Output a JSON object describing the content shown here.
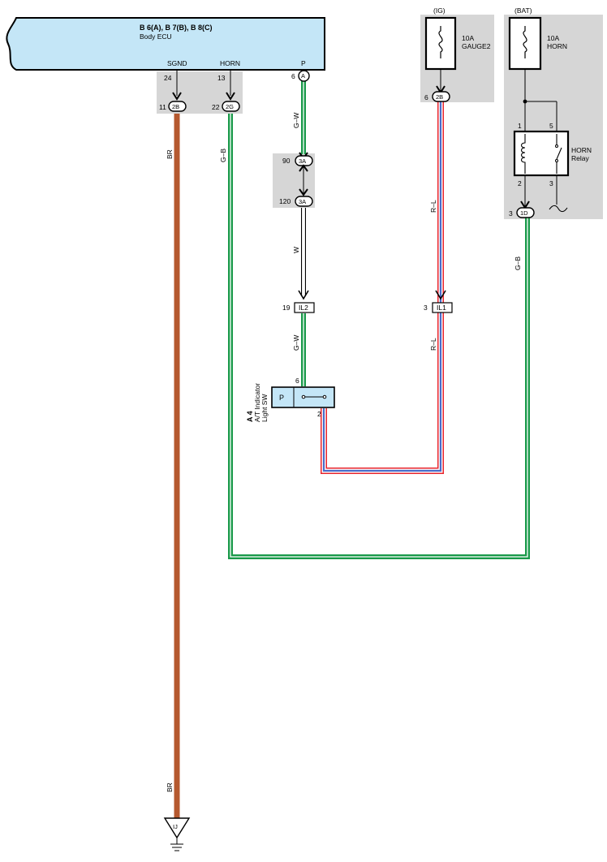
{
  "ecu": {
    "title": "B 6(A), B 7(B), B 8(C)",
    "name": "Body ECU",
    "pins": {
      "sgnd": "SGND",
      "horn": "HORN",
      "p": "P"
    }
  },
  "fuses": {
    "ig": {
      "source": "(IG)",
      "rating": "10A",
      "name": "GAUGE2"
    },
    "bat": {
      "source": "(BAT)",
      "rating": "10A",
      "name": "HORN"
    }
  },
  "relay": {
    "name": "HORN",
    "sub": "Relay",
    "pins": [
      "1",
      "5",
      "2",
      "3"
    ]
  },
  "switch": {
    "id": "A 4",
    "name": "A/T Indicator",
    "sub": "Light SW",
    "contact": "P",
    "pin_top": "6",
    "pin_bottom": "2"
  },
  "connectors": {
    "c_2b_left": {
      "pin": "11",
      "label": "2B"
    },
    "c_2g": {
      "pin": "22",
      "label": "2G"
    },
    "c_a": {
      "pin": "6",
      "label": "A"
    },
    "c_3a_90": {
      "pin": "90",
      "label": "3A"
    },
    "c_3a_120": {
      "pin": "120",
      "label": "3A"
    },
    "c_2b_ig": {
      "pin": "6",
      "label": "2B"
    },
    "c_1d": {
      "pin": "3",
      "label": "1D"
    },
    "il2": {
      "pin": "19",
      "label": "IL2"
    },
    "il1": {
      "pin": "3",
      "label": "IL1"
    }
  },
  "ecu_pin_numbers": {
    "sgnd": "24",
    "horn": "13"
  },
  "wires": {
    "br_top": "BR",
    "br_bottom": "BR",
    "gb_left": "G–B",
    "gw_top": "G–W",
    "w": "W",
    "gw_bottom": "G–W",
    "rl_top": "R–L",
    "rl_bottom": "R–L",
    "gb_right": "G–B"
  },
  "ground": {
    "label": "IJ"
  },
  "colors": {
    "br": "#b5592f",
    "green": "#1a9a4a",
    "red": "#e8242c",
    "blue": "#4a6cc9",
    "ecu_fill": "#c4e6f7",
    "panel_grey": "#d6d6d6"
  }
}
